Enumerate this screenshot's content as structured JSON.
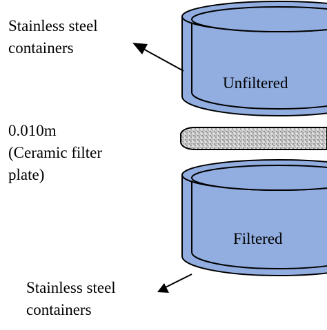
{
  "labels": {
    "top_container": [
      "Stainless steel",
      "containers"
    ],
    "filter_plate": [
      "0.010m",
      "(Ceramic filter",
      "plate)"
    ],
    "bottom_container": [
      "Stainless steel",
      "containers"
    ],
    "unfiltered": "Unfiltered",
    "filtered": "Filtered"
  },
  "colors": {
    "container_fill": "#92aee0",
    "container_fill_dark": "#7e9bd3",
    "outline": "#000000",
    "filter_plate": "#c8c8c8"
  }
}
